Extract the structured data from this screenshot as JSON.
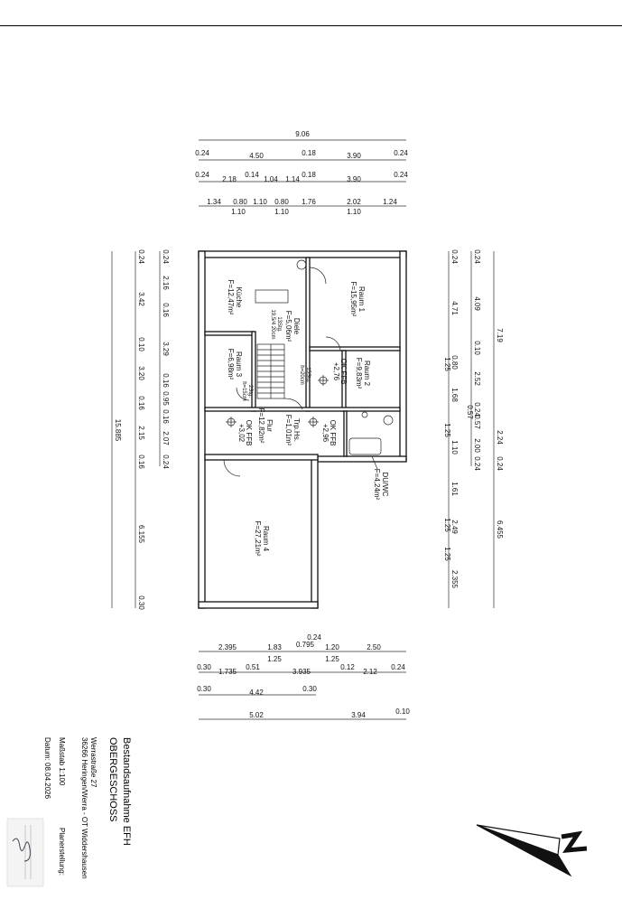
{
  "title_block": {
    "title": "Bestandsaufnahme EFH",
    "floor": "OBERGESCHOSS",
    "street": "Werrastraße 27",
    "city": "36266 Heringen/Werra - OT Widdershausen",
    "scale": "Maßstab 1:100",
    "date": "Datum: 08.04.2026",
    "planner": "Planerstellung:"
  },
  "rooms": {
    "kueche": {
      "name": "Küche",
      "area": "F=12,47m²"
    },
    "raum1": {
      "name": "Raum 1",
      "area": "F=15,95m²"
    },
    "diele": {
      "name": "Diele",
      "area": "F=5,06m²"
    },
    "raum2": {
      "name": "Raum 2",
      "area": "F=9,83m²"
    },
    "raum3": {
      "name": "Raum 3",
      "area": "F=6,98m²"
    },
    "flur": {
      "name": "Flur",
      "area": "F=12,82m²"
    },
    "trp": {
      "name": "Trp.Hs.",
      "area": "F=1,01m²"
    },
    "duwc": {
      "name": "DU/WC",
      "area": "F=4,24m²"
    },
    "raum4": {
      "name": "Raum 4",
      "area": "F=27,21m²"
    }
  },
  "annotations": {
    "okffb1": "OK FFB",
    "okffb1_val": "+2,76",
    "okffb2": "OK FFB",
    "okffb2_val": "+2,96",
    "okffb3": "OK FFB",
    "okffb3_val": "+3,02",
    "stair1a": "13Stg.",
    "stair1b": "19,5/4 20cm",
    "stair2a": "15Stg.",
    "stair2b": "h=20cm",
    "stair3a": "2Stg.",
    "stair3b": "h=15cm"
  },
  "dims_top": {
    "overall": "9.06",
    "row1": [
      "0.24",
      "4.50",
      "0.18",
      "3.90",
      "0.24"
    ],
    "row2": [
      "0.24",
      "2.18",
      "0.14",
      "1.04",
      "1.14",
      "0.18",
      "3.90",
      "0.24"
    ],
    "row3": [
      "1.34",
      "0.80",
      "1.10",
      "0.80",
      "1.76",
      "2.02",
      "1.24"
    ],
    "row3_sub": [
      "1.10",
      "1.10",
      "1.10"
    ]
  },
  "dims_left": {
    "overall": "15.885",
    "outer": [
      "0.24",
      "3.42",
      "0.10",
      "3.20",
      "0.16",
      "2.15",
      "0.16",
      "6.155",
      "0.30"
    ],
    "inner": [
      "0.24",
      "2.16",
      "0.16",
      "3.29",
      "0.16",
      "0.95",
      "0.16",
      "2.07",
      "0.24"
    ]
  },
  "dims_right": {
    "overall_a": "7.19",
    "overall_b": "6.455",
    "outer": [
      "0.24",
      "4.71",
      "0.80",
      "1.25",
      "1.68",
      "1.25",
      "1.10",
      "1.61",
      "1.25",
      "2.49",
      "1.25",
      "2.355"
    ],
    "inner": [
      "0.24",
      "4.09",
      "0.10",
      "2.52",
      "0.24",
      "0.57",
      "0.57",
      "2.00",
      "0.24",
      "2.24",
      "0.24"
    ]
  },
  "dims_bottom": {
    "row1": [
      "2.395",
      "1.83",
      "0.795",
      "1.20",
      "2.50"
    ],
    "row1_top": "0.24",
    "row1_sub": [
      "1.25",
      "1.25"
    ],
    "row2": [
      "0.30",
      "1.735",
      "0.51",
      "3.935",
      "0.12",
      "2.12",
      "0.24"
    ],
    "row3": [
      "0.30",
      "4.42",
      "0.30"
    ],
    "row4": [
      "5.02",
      "3.94",
      "0.10"
    ]
  },
  "colors": {
    "line": "#111111",
    "background": "#ffffff"
  },
  "icons": [
    "north-arrow-icon",
    "signature-stamp-icon"
  ]
}
